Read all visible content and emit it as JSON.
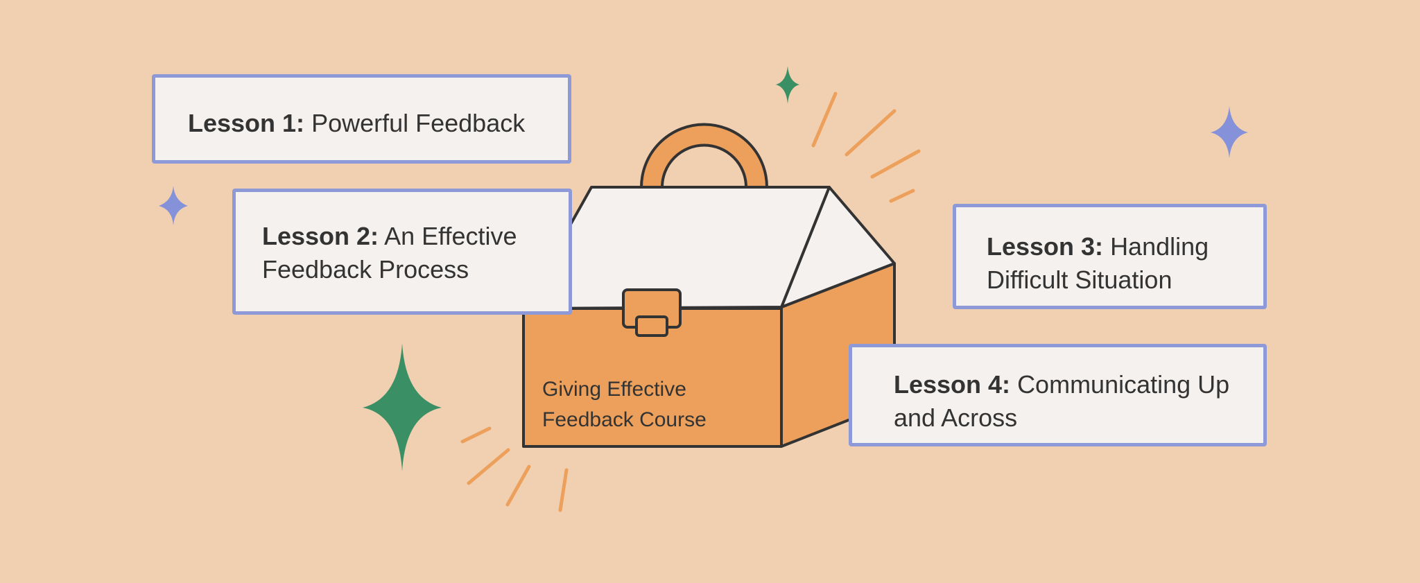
{
  "colors": {
    "background": "#f1d0b1",
    "card_fill": "#f4f1ee",
    "card_border": "#8e9ad7",
    "box_orange": "#eca05b",
    "box_lid": "#f4f1ee",
    "outline": "#333333",
    "sparkle_green": "#3a8f65",
    "sparkle_blue": "#8592da",
    "ray_orange": "#eca05b"
  },
  "icons": {
    "toolbox": "toolbox-icon",
    "sparkle_green": "four-point-star-icon",
    "sparkle_blue": "four-point-star-icon"
  },
  "lessons": [
    {
      "number_label": "Lesson 1:",
      "title": "Powerful Feedback"
    },
    {
      "number_label": "Lesson 2:",
      "title": "An Effective Feedback Process"
    },
    {
      "number_label": "Lesson 3:",
      "title": "Handling Difficult Situation"
    },
    {
      "number_label": "Lesson 4:",
      "title": "Communicating Up and Across"
    }
  ],
  "course": {
    "line1": "Giving Effective",
    "line2": "Feedback Course"
  }
}
